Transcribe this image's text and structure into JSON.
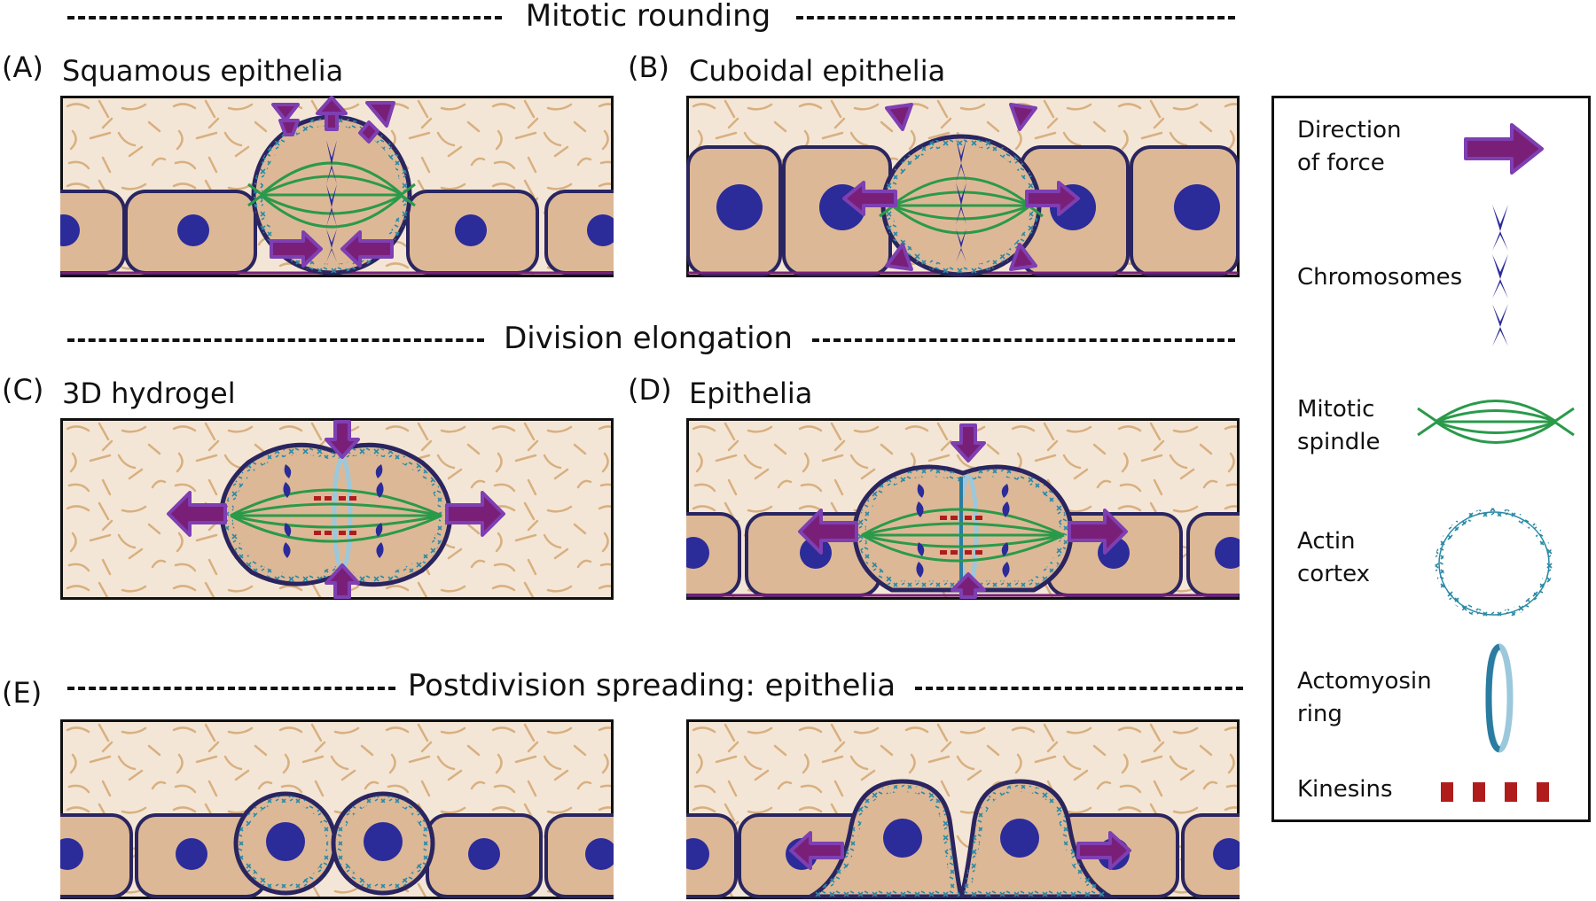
{
  "sections": {
    "mitotic_rounding": "Mitotic rounding",
    "division_elongation": "Division elongation",
    "postdivision_spreading": "Postdivision spreading: epithelia"
  },
  "panels": {
    "A": {
      "letter": "(A)",
      "title": "Squamous epithelia"
    },
    "B": {
      "letter": "(B)",
      "title": "Cuboidal epithelia"
    },
    "C": {
      "letter": "(C)",
      "title": "3D hydrogel"
    },
    "D": {
      "letter": "(D)",
      "title": "Epithelia"
    },
    "E": {
      "letter": "(E)",
      "title": ""
    }
  },
  "legend": {
    "force": "Direction\nof force",
    "chromosomes": "Chromosomes",
    "spindle": "Mitotic\nspindle",
    "actin": "Actin\ncortex",
    "ring": "Actomyosin\nring",
    "kinesins": "Kinesins"
  },
  "colors": {
    "ecm_bg": "#f4e6d6",
    "fibre": "#d8b080",
    "cell_fill": "#ddb896",
    "cell_outline": "#2a2560",
    "nucleus": "#2b2b9a",
    "arrow_fill": "#7a1f78",
    "arrow_stroke": "#7e3fb2",
    "spindle": "#2a9a4a",
    "actin": "#2a8aa6",
    "ring_dark": "#2a7ca0",
    "ring_light": "#9cc8dc",
    "kinesin": "#b01c1c"
  }
}
